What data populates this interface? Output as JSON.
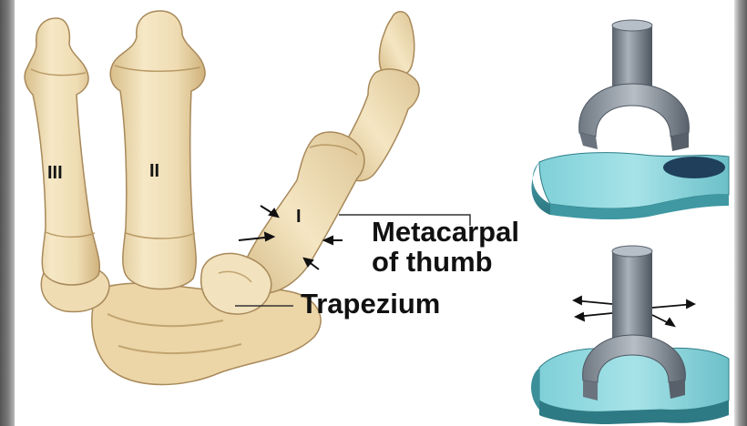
{
  "labels": {
    "digit_three": "III",
    "digit_two": "II",
    "digit_one": "I",
    "metacarpal_line1": "Metacarpal",
    "metacarpal_line2": "of thumb",
    "trapezium": "Trapezium"
  },
  "colors": {
    "bone_fill": "#efdcb3",
    "bone_shadow": "#d4ba86",
    "bone_outline": "#a8895a",
    "saddle_teal": "#6ec2cc",
    "saddle_teal_dark": "#3b8f9a",
    "cylinder_gray": "#8d96a0",
    "cylinder_dark": "#4d5660",
    "text": "#111111",
    "side_border": "#6a6a6a"
  }
}
